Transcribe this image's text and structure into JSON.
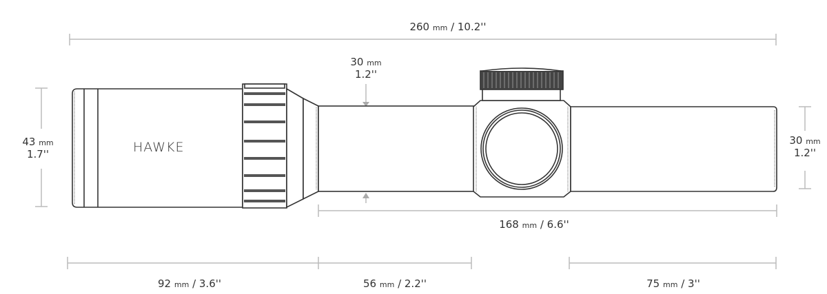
{
  "diagram": {
    "subject": "Rifle scope dimension drawing",
    "brand": "HAWKE",
    "colors": {
      "line": "#333333",
      "dimension": "#bbbbbb",
      "text": "#333333"
    },
    "dimensions": {
      "overall_length": {
        "mm": "260",
        "unit": "mm",
        "inch": "10.2''"
      },
      "tube_diameter_center": {
        "mm": "30",
        "unit": "mm",
        "inch": "1.2''"
      },
      "objective_diameter": {
        "mm": "43",
        "unit": "mm",
        "inch": "1.7''"
      },
      "eyepiece_diameter": {
        "mm": "30",
        "unit": "mm",
        "inch": "1.2''"
      },
      "tube_length": {
        "mm": "168",
        "unit": "mm",
        "inch": "6.6''"
      },
      "objective_section": {
        "mm": "92",
        "unit": "mm",
        "inch": "3.6''"
      },
      "front_mount_space": {
        "mm": "56",
        "unit": "mm",
        "inch": "2.2''"
      },
      "rear_mount_space": {
        "mm": "75",
        "unit": "mm",
        "inch": "3''"
      }
    }
  }
}
